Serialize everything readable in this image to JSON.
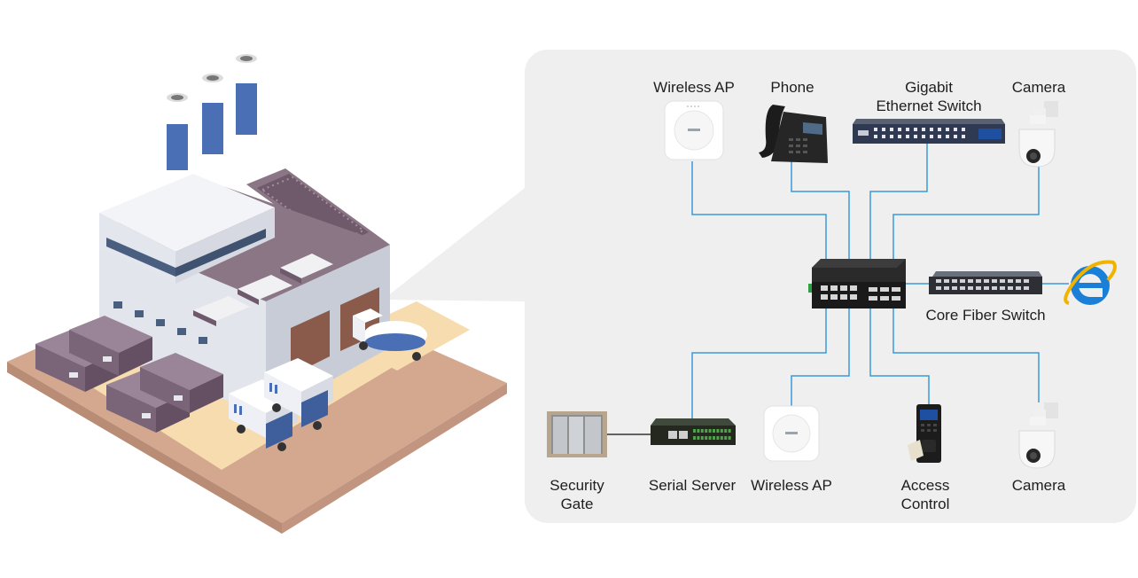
{
  "colors": {
    "panel": "#efefef",
    "link": "#3a9ad9",
    "factory_wall": "#e6e8ee",
    "factory_roof": "#8b7685",
    "ground": "#d4a88f",
    "yard": "#f6dcae",
    "chimney_band": "#4a6fb5",
    "container": "#7a6478",
    "ie_blue": "#1a7fd6"
  },
  "devices": {
    "wireless_ap_top": {
      "label": "Wireless AP",
      "icon": "wireless-ap-icon"
    },
    "phone": {
      "label": "Phone",
      "icon": "ip-phone-icon"
    },
    "gigabit_switch": {
      "label_line1": "Gigabit",
      "label_line2": "Ethernet Switch",
      "icon": "ethernet-switch-icon"
    },
    "camera_top": {
      "label": "Camera",
      "icon": "ptz-camera-icon"
    },
    "core_fiber_switch": {
      "label": "Core Fiber Switch",
      "icon": "fiber-switch-icon"
    },
    "internet": {
      "icon": "internet-explorer-icon"
    },
    "security_gate": {
      "label_line1": "Security",
      "label_line2": "Gate",
      "icon": "gate-icon"
    },
    "serial_server": {
      "label": "Serial Server",
      "icon": "serial-server-icon"
    },
    "wireless_ap_bottom": {
      "label": "Wireless AP",
      "icon": "wireless-ap-icon"
    },
    "access_control": {
      "label_line1": "Access",
      "label_line2": "Control",
      "icon": "access-control-icon"
    },
    "camera_bottom": {
      "label": "Camera",
      "icon": "ptz-camera-icon"
    },
    "industrial_switch": {
      "icon": "industrial-switch-icon"
    }
  },
  "factory": {
    "icon": "factory-illustration"
  }
}
